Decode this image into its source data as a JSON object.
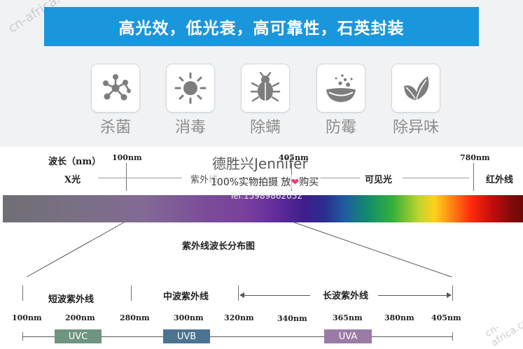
{
  "banner": {
    "text": "高光效，低光衰，高可靠性，石英封装"
  },
  "watermarks": {
    "left": "cn-africa.cn",
    "right": "cn-africa.cn"
  },
  "features": [
    {
      "icon": "molecule-icon",
      "label": "杀菌"
    },
    {
      "icon": "sun-icon",
      "label": "消毒"
    },
    {
      "icon": "bug-icon",
      "label": "除螨"
    },
    {
      "icon": "bowl-icon",
      "label": "防霉"
    },
    {
      "icon": "leaf-icon",
      "label": "除异味"
    }
  ],
  "spectrum": {
    "wavelength_label": "波长（nm）",
    "xray_label": "X光",
    "uv_label": "紫外线",
    "visible_label": "可见光",
    "infrared_label": "红外线",
    "ticks": {
      "t100": "100nm",
      "t405": "405nm",
      "t780": "780nm"
    },
    "shop_name": "德胜兴Jennifer",
    "shop_slogan_a": "100%实物拍摄",
    "shop_slogan_b": "放",
    "shop_slogan_c": "购买",
    "shop_tel": "Tel:15989862032",
    "distribution_title": "紫外线波长分布图"
  },
  "uv_detail": {
    "short_label": "短波紫外线",
    "medium_label": "中波紫外线",
    "long_label": "长波紫外线",
    "ticks": [
      "100nm",
      "200nm",
      "280nm",
      "300nm",
      "320nm",
      "340nm",
      "365nm",
      "380nm",
      "405nm"
    ],
    "boxes": [
      {
        "label": "UVC",
        "color": "#6f9481"
      },
      {
        "label": "UVB",
        "color": "#4a7390"
      },
      {
        "label": "UVA",
        "color": "#9b7aa6"
      }
    ]
  }
}
